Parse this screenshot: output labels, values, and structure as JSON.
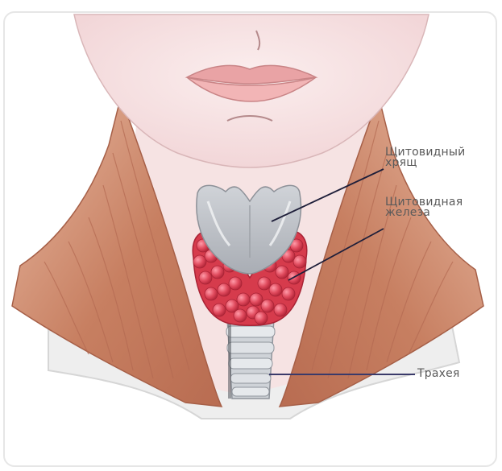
{
  "labels": {
    "thyroid_cartilage_line1": "Щитовидный",
    "thyroid_cartilage_line2": "хрящ",
    "thyroid_gland_line1": "Щитовидная",
    "thyroid_gland_line2": "железа",
    "trachea": "Трахея"
  },
  "colors": {
    "skin": "#f7e4e4",
    "muscle": "#c9866a",
    "muscle_light": "#e3b39c",
    "gland": "#d63b4c",
    "gland_bead": "#f06a7a",
    "cartilage": "#b8bcc2",
    "trachea_ring": "#d7dbe0",
    "label_text": "#5a5a5a"
  }
}
